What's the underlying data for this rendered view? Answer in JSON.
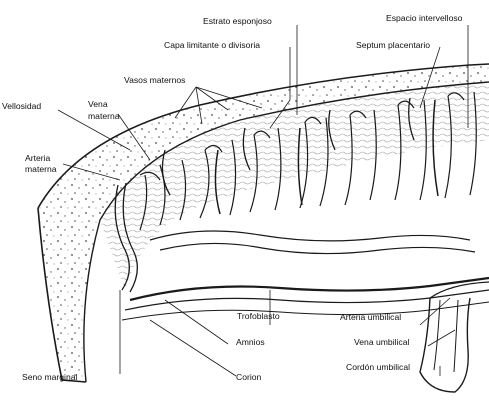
{
  "labels": {
    "estrato_esponjoso": "Estrato esponjoso",
    "espacio_intervelloso": "Espacio intervelloso",
    "capa_limitante": "Capa limitante o divisoria",
    "septum_placentario": "Septum placentario",
    "vasos_maternos": "Vasos maternos",
    "vellosidad": "Vellosidad",
    "vena_materna_1": "Vena",
    "vena_materna_2": "materna",
    "arteria_materna_1": "Arteria",
    "arteria_materna_2": "materna",
    "trofoblasto": "Trofoblasto",
    "arteria_umbilical": "Arteria umbilical",
    "amnios": "Amnios",
    "vena_umbilical": "Vena umbilical",
    "seno_marginal": "Seno marginal",
    "corion": "Corion",
    "cordon_umbilical": "Cordón umbilical"
  }
}
